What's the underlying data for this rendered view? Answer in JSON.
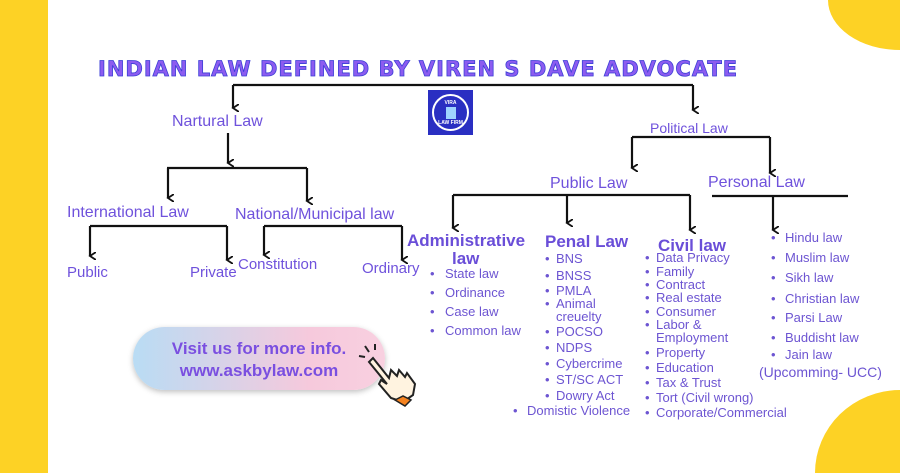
{
  "title": "Indian Law Defined by Viren S Dave Advocate",
  "logo_text": {
    "top": "VIRA",
    "bottom": "LAW FIRM"
  },
  "nodes": {
    "natural": "Nartural Law",
    "international": "International Law",
    "national": "National/Municipal law",
    "public_intl": "Public",
    "private_intl": "Private",
    "constitution": "Constitution",
    "ordinary": "Ordinary",
    "political": "Political Law",
    "public_law": "Public Law",
    "personal_law": "Personal  Law",
    "administrative": "Administrative",
    "administrative2": "law",
    "penal": "Penal Law",
    "civil": "Civil law"
  },
  "lists": {
    "administrative": [
      "State law",
      "Ordinance",
      "Case law",
      "Common law"
    ],
    "penal": [
      "BNS",
      "BNSS",
      "PMLA",
      "Animal",
      "creuelty",
      "POCSO",
      "NDPS",
      "Cybercrime",
      "ST/SC ACT",
      "Dowry Act",
      "Domistic Violence"
    ],
    "civil": [
      "Data Privacy",
      "Family",
      "Contract",
      "Real estate",
      "Consumer",
      "Labor &",
      "Employment",
      "Property",
      "Education",
      "Tax & Trust",
      "Tort (Civil wrong)",
      "Corporate/Commercial"
    ],
    "personal": [
      "Hindu law",
      "Muslim law",
      "Sikh law",
      "Christian law",
      "Parsi Law",
      "Buddisht  law",
      "Jain  law"
    ]
  },
  "personal_note": "(Upcomming- UCC)",
  "cta": {
    "line1": "Visit us for more info.",
    "line2": "www.askbylaw.com"
  },
  "colors": {
    "yellow": "#fdd225",
    "text": "#6d4fd6"
  }
}
